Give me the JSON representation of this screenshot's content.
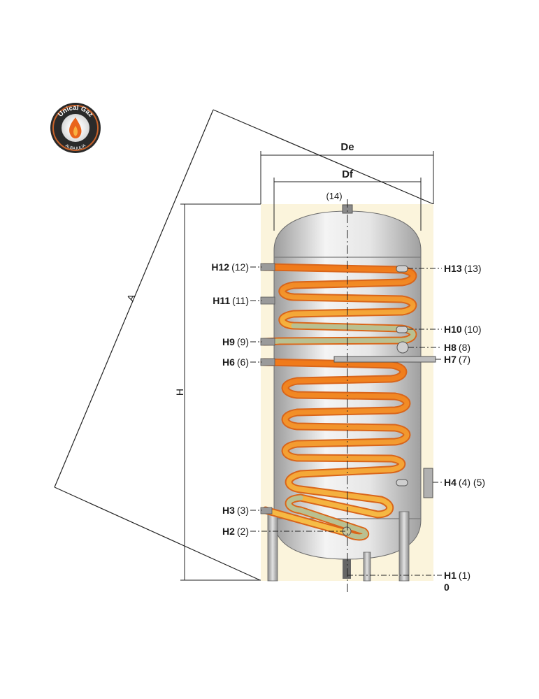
{
  "logo": {
    "top_text": "Unical Gaz",
    "bottom_text": "ALBA IULIA"
  },
  "dimensions": {
    "de": "De",
    "df": "Df",
    "a": "A",
    "h": "H",
    "zero": "0",
    "top_port": "(14)"
  },
  "colors": {
    "jacket": "#fbf4dc",
    "tank_light": "#f1f1f1",
    "tank_dark": "#a9a9a9",
    "coil_hot": "#f07a1a",
    "coil_mid": "#f7a32e",
    "coil_cool": "#f5c34a",
    "coil_cold": "#b8c08f",
    "line": "#222222"
  },
  "left_ports": [
    {
      "code": "H12",
      "num": "(12)"
    },
    {
      "code": "H11",
      "num": "(11)"
    },
    {
      "code": "H9",
      "num": "(9)"
    },
    {
      "code": "H6",
      "num": "(6)"
    },
    {
      "code": "H3",
      "num": "(3)"
    },
    {
      "code": "H2",
      "num": "(2)"
    }
  ],
  "right_ports": [
    {
      "code": "H13",
      "num": "(13)"
    },
    {
      "code": "H10",
      "num": "(10)"
    },
    {
      "code": "H8",
      "num": "(8)"
    },
    {
      "code": "H7",
      "num": "(7)"
    },
    {
      "code": "H4",
      "num": "(4) (5)"
    },
    {
      "code": "H1",
      "num": "(1)"
    }
  ]
}
